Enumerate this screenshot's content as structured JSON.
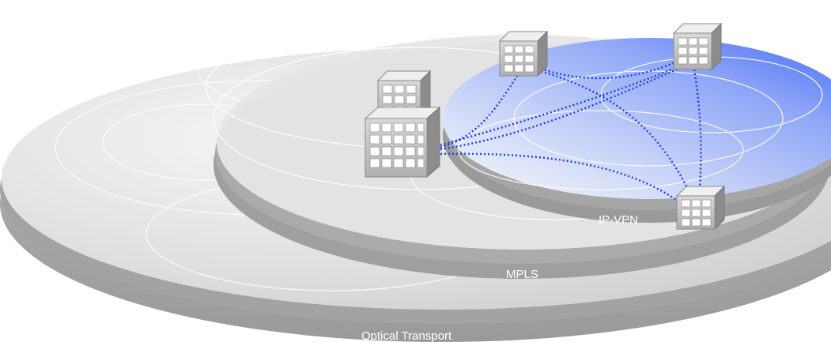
{
  "layers": {
    "optical": {
      "label": "Optical Transport"
    },
    "mpls": {
      "label": "MPLS"
    },
    "ipvpn": {
      "label": "IP-VPN"
    }
  },
  "colors": {
    "background": "#ffffff",
    "disk_top_light": "#f4f4f4",
    "disk_top_dark": "#c9c9c9",
    "disk_edge": "#a9a9a9",
    "disk_edge_dark": "#8f8f8f",
    "vpn_blue": "#3f68f4",
    "link_blue": "#1f3fd8",
    "ring_white": "#ffffff"
  },
  "icons": {
    "site": "office-building-icon"
  }
}
